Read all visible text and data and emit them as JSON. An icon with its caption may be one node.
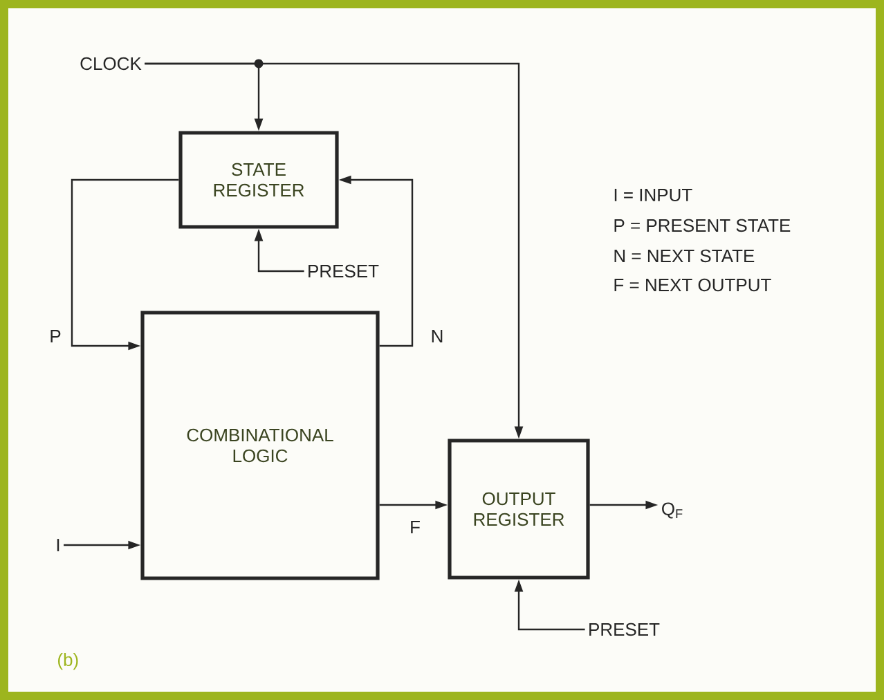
{
  "diagram": {
    "nodes": [
      {
        "text": [
          "CLOCK"
        ]
      },
      {
        "text": [
          "STATE REGISTER"
        ]
      },
      {
        "text": [
          "PRESET"
        ]
      },
      {
        "text": [
          "COMBINATIONAL LOGIC"
        ]
      },
      {
        "text": [
          "I"
        ]
      },
      {
        "text": [
          "OUTPUT REGISTER"
        ]
      },
      {
        "text": [
          "Q$_{F}$"
        ]
      },
      {
        "text": [
          "PRESET"
        ]
      }
    ],
    "edges": [
      {
        "from": 0,
        "to": 1,
        "arrow": "to"
      },
      {
        "from": 0,
        "to": 5,
        "arrow": "to"
      },
      {
        "from": 2,
        "to": 1,
        "arrow": "to"
      },
      {
        "from": 1,
        "to": 3,
        "arrow": "to",
        "label": "P"
      },
      {
        "from": 3,
        "to": 1,
        "arrow": "to",
        "label": "N"
      },
      {
        "from": 4,
        "to": 3,
        "arrow": "to"
      },
      {
        "from": 3,
        "to": 5,
        "arrow": "to",
        "label": "F"
      },
      {
        "from": 5,
        "to": 6,
        "arrow": "to"
      },
      {
        "from": 7,
        "to": 5,
        "arrow": "to"
      }
    ],
    "labels": [
      "I = INPUT",
      "P = PRESENT STATE",
      "N = NEXT STATE",
      "F = NEXT OUTPUT",
      "(b)"
    ]
  }
}
